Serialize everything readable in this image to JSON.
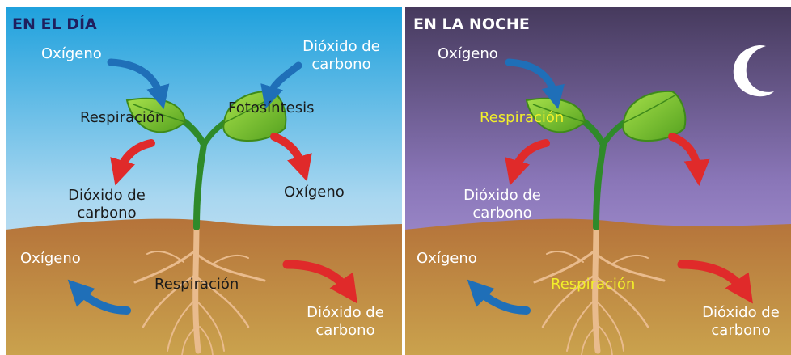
{
  "day": {
    "title": "EN EL DÍA",
    "oxygen_in": "Oxígeno",
    "co2_in": "Dióxido de carbono",
    "respiration_leaf": "Respiración",
    "photosynthesis_leaf": "Fotosíntesis",
    "co2_out": "Dióxido de carbono",
    "oxygen_out": "Oxígeno",
    "oxygen_soil": "Oxígeno",
    "respiration_root": "Respiración",
    "co2_soil": "Dióxido de carbono"
  },
  "night": {
    "title": "EN LA NOCHE",
    "oxygen_in": "Oxígeno",
    "respiration_leaf": "Respiración",
    "co2_out": "Dióxido de carbono",
    "oxygen_soil": "Oxígeno",
    "respiration_root": "Respiración",
    "co2_soil": "Dióxido de carbono"
  },
  "colors": {
    "sky_day_top": "#2aa8df",
    "sky_day_bottom": "#e3e8f4",
    "sky_night_top": "#4a3a60",
    "sky_night_bottom": "#b7a6e2",
    "soil_top": "#b8783a",
    "soil_bottom": "#c9a04a",
    "arrow_blue": "#1f6fb8",
    "arrow_red": "#e02a2a",
    "leaf": "#7cc62a",
    "stem": "#2f8a2a",
    "root": "#e7b98a",
    "moon": "#ffffff",
    "highlight_text": "#f2ef2a"
  }
}
